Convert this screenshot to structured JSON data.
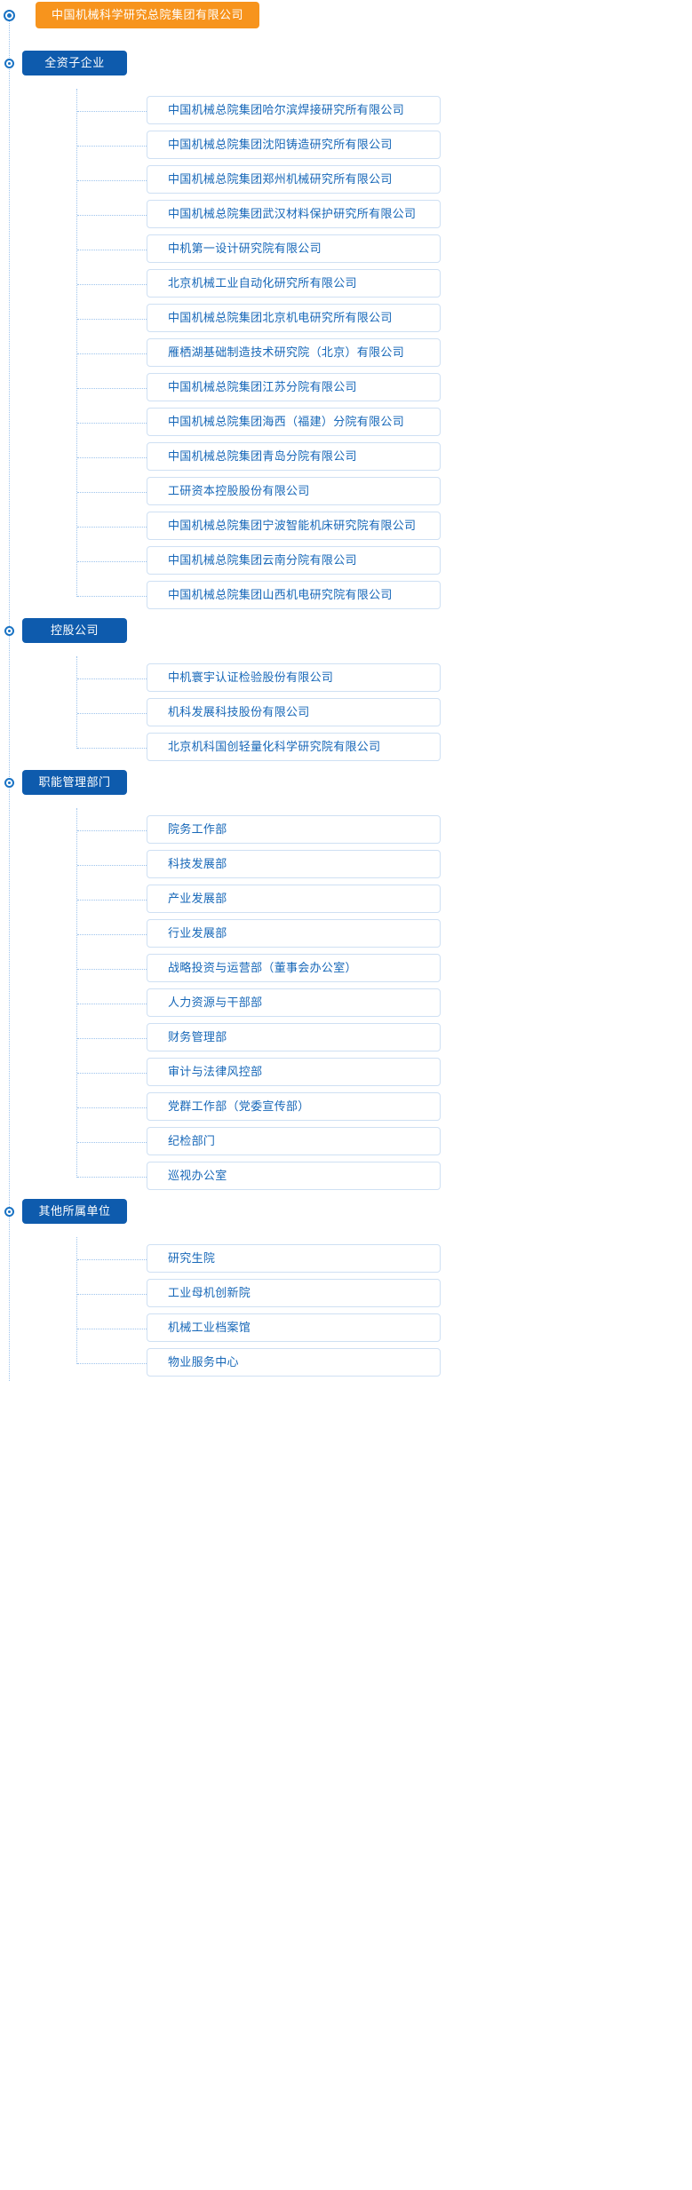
{
  "chart": {
    "type": "org-tree",
    "root": {
      "label": "中国机械科学研究总院集团有限公司",
      "color": "#f7941d",
      "bullet_icon": "circle-node-icon"
    },
    "accent_colors": {
      "root": "#f7941d",
      "group_badge": "#0e5bad",
      "item_text": "#1667b8",
      "item_border": "#cfe0f3",
      "connector": "#9dc3ec"
    },
    "groups": [
      {
        "label": "全资子企业",
        "items": [
          {
            "label": "中国机械总院集团哈尔滨焊接研究所有限公司"
          },
          {
            "label": "中国机械总院集团沈阳铸造研究所有限公司"
          },
          {
            "label": "中国机械总院集团郑州机械研究所有限公司"
          },
          {
            "label": "中国机械总院集团武汉材料保护研究所有限公司"
          },
          {
            "label": "中机第一设计研究院有限公司"
          },
          {
            "label": "北京机械工业自动化研究所有限公司"
          },
          {
            "label": "中国机械总院集团北京机电研究所有限公司"
          },
          {
            "label": "雁栖湖基础制造技术研究院（北京）有限公司"
          },
          {
            "label": "中国机械总院集团江苏分院有限公司"
          },
          {
            "label": "中国机械总院集团海西（福建）分院有限公司"
          },
          {
            "label": "中国机械总院集团青岛分院有限公司"
          },
          {
            "label": "工研资本控股股份有限公司"
          },
          {
            "label": "中国机械总院集团宁波智能机床研究院有限公司"
          },
          {
            "label": "中国机械总院集团云南分院有限公司"
          },
          {
            "label": "中国机械总院集团山西机电研究院有限公司"
          }
        ]
      },
      {
        "label": "控股公司",
        "items": [
          {
            "label": "中机寰宇认证检验股份有限公司"
          },
          {
            "label": "机科发展科技股份有限公司"
          },
          {
            "label": "北京机科国创轻量化科学研究院有限公司"
          }
        ]
      },
      {
        "label": "职能管理部门",
        "items": [
          {
            "label": "院务工作部"
          },
          {
            "label": "科技发展部"
          },
          {
            "label": "产业发展部"
          },
          {
            "label": "行业发展部"
          },
          {
            "label": "战略投资与运营部（董事会办公室）"
          },
          {
            "label": "人力资源与干部部"
          },
          {
            "label": "财务管理部"
          },
          {
            "label": "审计与法律风控部"
          },
          {
            "label": "党群工作部（党委宣传部）"
          },
          {
            "label": "纪检部门"
          },
          {
            "label": "巡视办公室"
          }
        ]
      },
      {
        "label": "其他所属单位",
        "items": [
          {
            "label": "研究生院"
          },
          {
            "label": "工业母机创新院"
          },
          {
            "label": "机械工业档案馆"
          },
          {
            "label": "物业服务中心"
          }
        ]
      }
    ]
  }
}
